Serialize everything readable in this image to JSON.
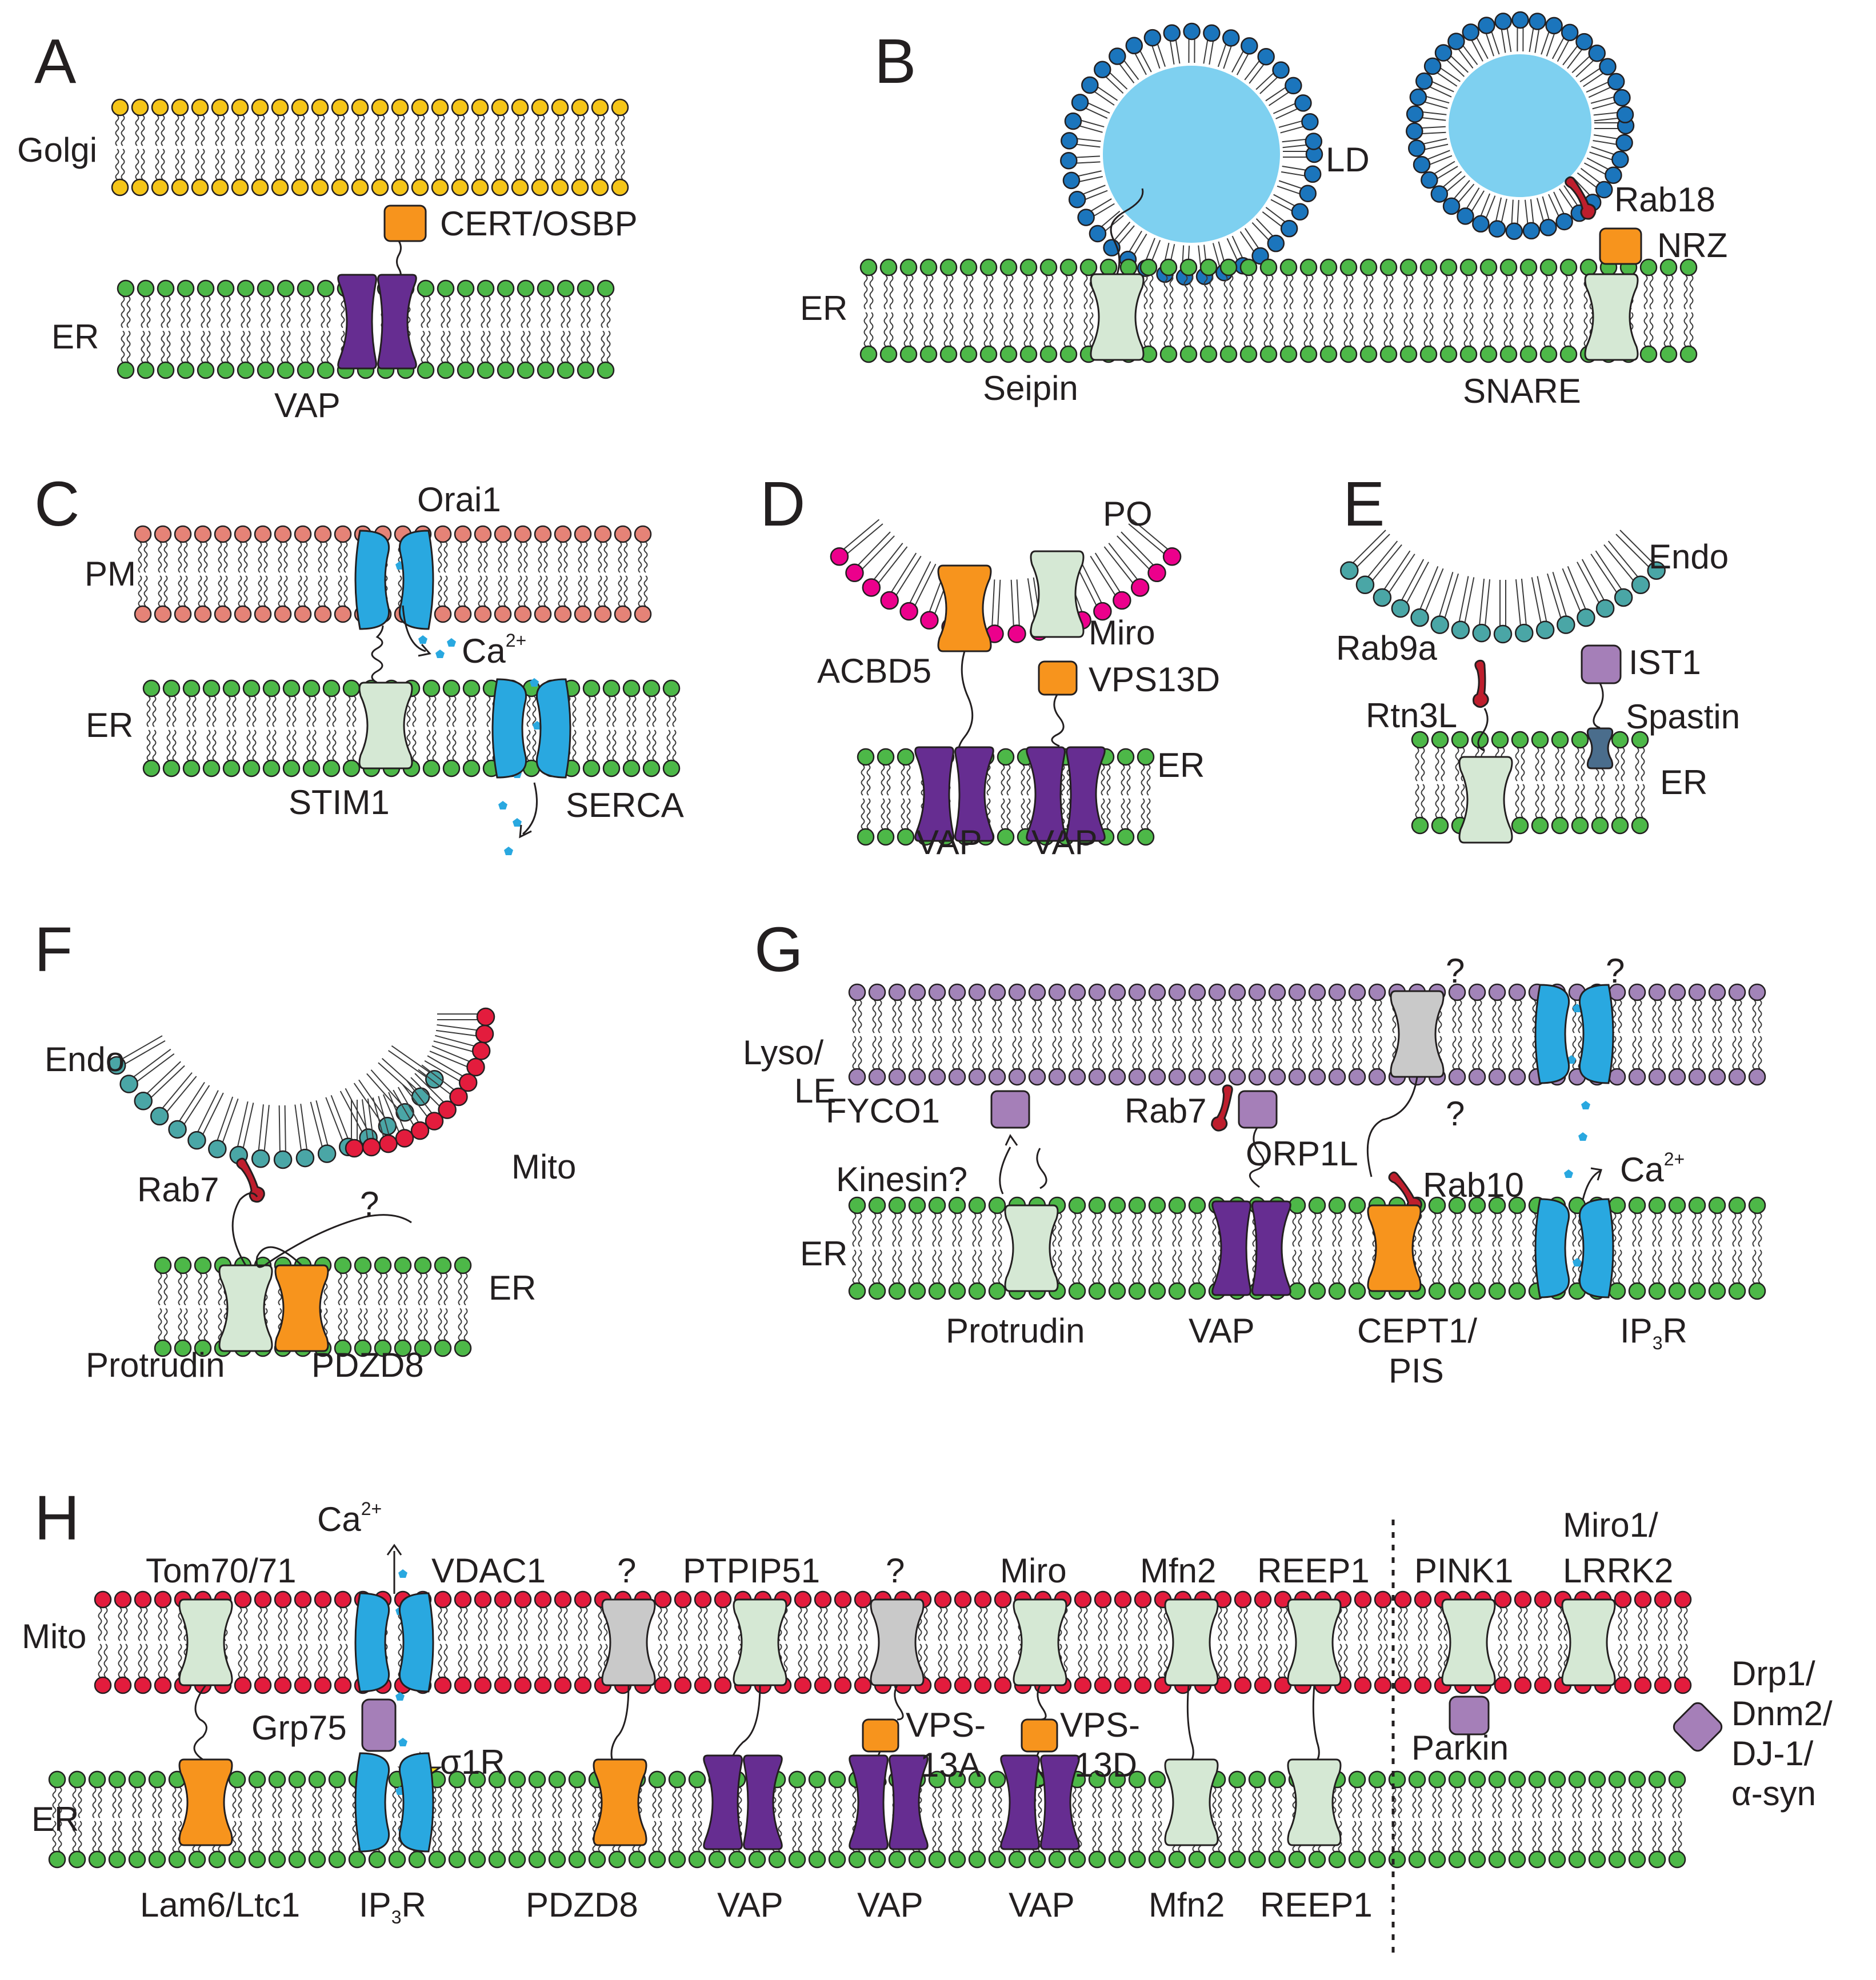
{
  "colors": {
    "golgi": "#f5c518",
    "er": "#4db848",
    "ld": "#1b75bc",
    "ld_core": "#7ed0f0",
    "pm": "#e58377",
    "po": "#ec008c",
    "endo": "#4aa6a6",
    "mito": "#e31c3d",
    "lyso": "#a284b8",
    "vap": "#662d91",
    "orange": "#f7941d",
    "pale": "#d5e8d4",
    "blue": "#29a8e0",
    "red": "#be1e2d",
    "lilac": "#a57fb8",
    "grey": "#c9c9c9",
    "slate": "#4a6d8c",
    "star": "#ffde17"
  },
  "panels": {
    "A": {
      "letter": "A",
      "golgi": "Golgi",
      "cert": "CERT/OSBP",
      "er": "ER",
      "vap": "VAP"
    },
    "B": {
      "letter": "B",
      "ld": "LD",
      "rab18": "Rab18",
      "nrz": "NRZ",
      "er": "ER",
      "seipin": "Seipin",
      "snare": "SNARE"
    },
    "C": {
      "letter": "C",
      "orai": "Orai1",
      "pm": "PM",
      "ca": "Ca",
      "ca_sup": "2+",
      "er": "ER",
      "stim": "STIM1",
      "serca": "SERCA"
    },
    "D": {
      "letter": "D",
      "po": "PO",
      "miro": "Miro",
      "acbd5": "ACBD5",
      "vps13d": "VPS13D",
      "er": "ER",
      "vap1": "VAP",
      "vap2": "VAP"
    },
    "E": {
      "letter": "E",
      "endo": "Endo",
      "rab9a": "Rab9a",
      "ist1": "IST1",
      "rtn3l": "Rtn3L",
      "spastin": "Spastin",
      "er": "ER"
    },
    "F": {
      "letter": "F",
      "endo": "Endo",
      "mito": "Mito",
      "rab7": "Rab7",
      "q": "?",
      "er": "ER",
      "protrudin": "Protrudin",
      "pdzd8": "PDZD8"
    },
    "G": {
      "letter": "G",
      "lyso1": "Lyso/",
      "lyso2": "LE",
      "q1": "?",
      "q2": "?",
      "q3": "?",
      "fyco1": "FYCO1",
      "rab7": "Rab7",
      "orp1l": "ORP1L",
      "kinesin": "Kinesin?",
      "rab10": "Rab10",
      "ca": "Ca",
      "ca_sup": "2+",
      "er": "ER",
      "protrudin": "Protrudin",
      "vap": "VAP",
      "cept1": "CEPT1/",
      "pis": "PIS",
      "ip3r": "IP",
      "ip3r_sub": "3",
      "ip3r_end": "R"
    },
    "H": {
      "letter": "H",
      "ca": "Ca",
      "ca_sup": "2+",
      "tom": "Tom70/71",
      "vdac": "VDAC1",
      "q1": "?",
      "ptpip": "PTPIP51",
      "q2": "?",
      "miro": "Miro",
      "mfn2_top": "Mfn2",
      "reep1_top": "REEP1",
      "pink1": "PINK1",
      "miro1": "Miro1/",
      "lrrk2": "LRRK2",
      "mito": "Mito",
      "grp75": "Grp75",
      "sigma": "σ1R",
      "vps13a_1": "VPS-",
      "vps13a_2": "13A",
      "vps13d_1": "VPS-",
      "vps13d_2": "13D",
      "parkin": "Parkin",
      "drp1": "Drp1/",
      "dnm2": "Dnm2/",
      "dj1": "DJ-1/",
      "asyn": "α-syn",
      "er": "ER",
      "lam6": "Lam6/Ltc1",
      "ip3r": "IP",
      "ip3r_sub": "3",
      "ip3r_end": "R",
      "pdzd8": "PDZD8",
      "vap1": "VAP",
      "vap2": "VAP",
      "vap3": "VAP",
      "mfn2_bot": "Mfn2",
      "reep1_bot": "REEP1"
    }
  }
}
